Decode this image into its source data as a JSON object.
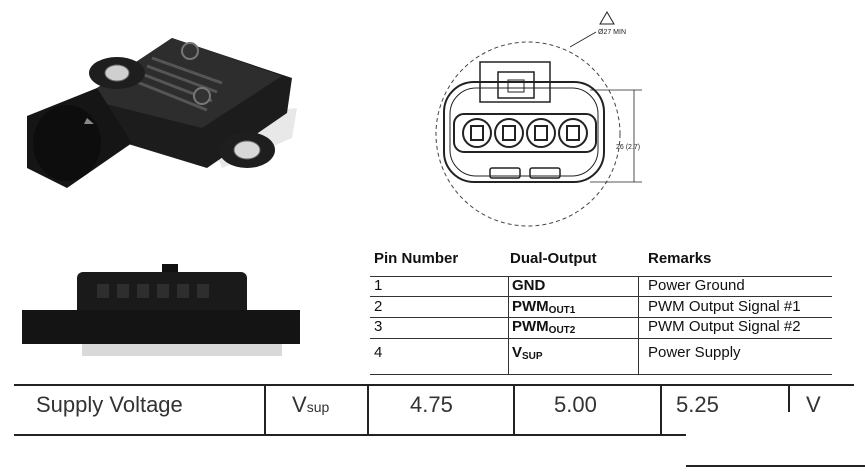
{
  "pin_table": {
    "headers": [
      "Pin Number",
      "Dual-Output",
      "Remarks"
    ],
    "rows": [
      {
        "pin": "1",
        "output_main": "GND",
        "output_sub": "",
        "remark": "Power Ground"
      },
      {
        "pin": "2",
        "output_main": "PWM",
        "output_sub": "OUT1",
        "remark": "PWM Output Signal #1"
      },
      {
        "pin": "3",
        "output_main": "PWM",
        "output_sub": "OUT2",
        "remark": "PWM Output Signal #2"
      },
      {
        "pin": "4",
        "output_main": "V",
        "output_sub": "SUP",
        "remark": "Power Supply"
      }
    ]
  },
  "connector_drawing": {
    "dim_min": "Ø27 MIN",
    "dim_height": "26 (2.7)"
  },
  "spec_row": {
    "parameter": "Supply Voltage",
    "symbol_main": "V",
    "symbol_sub": "sup",
    "min": "4.75",
    "typ": "5.00",
    "max": "5.25",
    "unit": "V"
  }
}
